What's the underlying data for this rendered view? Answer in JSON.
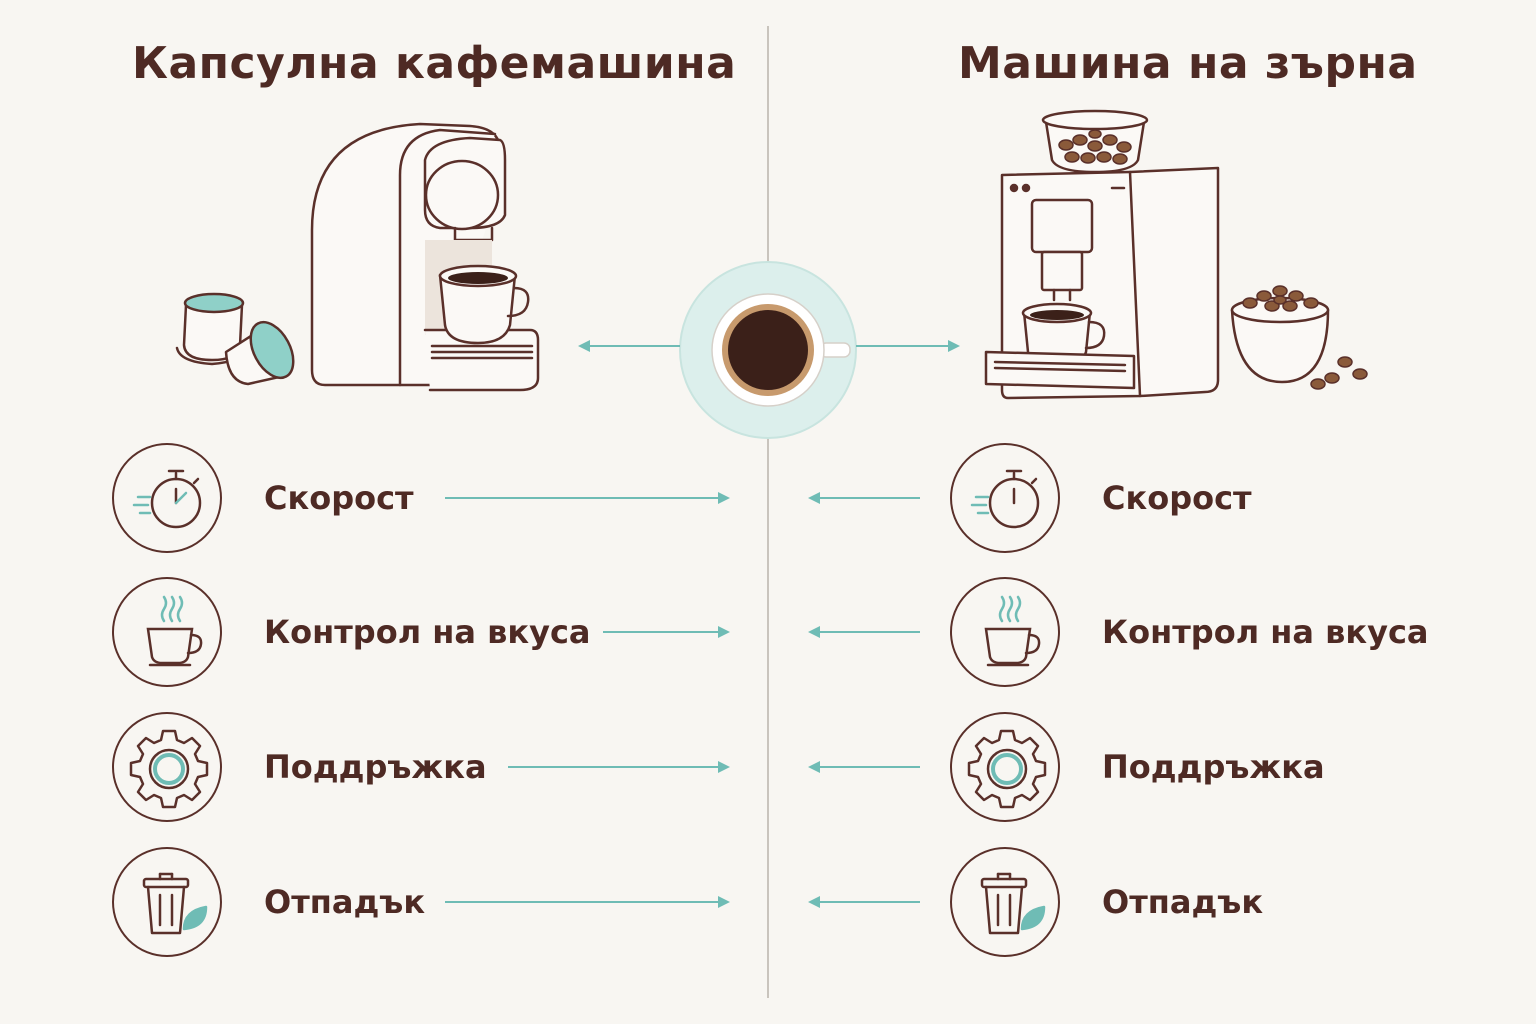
{
  "left_title": "Капсулна кафемашина",
  "right_title": "Машина на зърна",
  "rows": [
    {
      "label": "Скорост",
      "icon": "stopwatch-icon"
    },
    {
      "label": "Контрол на вкуса",
      "icon": "coffee-cup-icon"
    },
    {
      "label": "Поддръжка",
      "icon": "gear-icon"
    },
    {
      "label": "Отпадък",
      "icon": "trash-bin-icon"
    }
  ],
  "colors": {
    "text": "#4e2a24",
    "line": "#5a302a",
    "accent": "#6fbcb5",
    "coffee": "#3b2019",
    "background": "#f8f6f2"
  }
}
